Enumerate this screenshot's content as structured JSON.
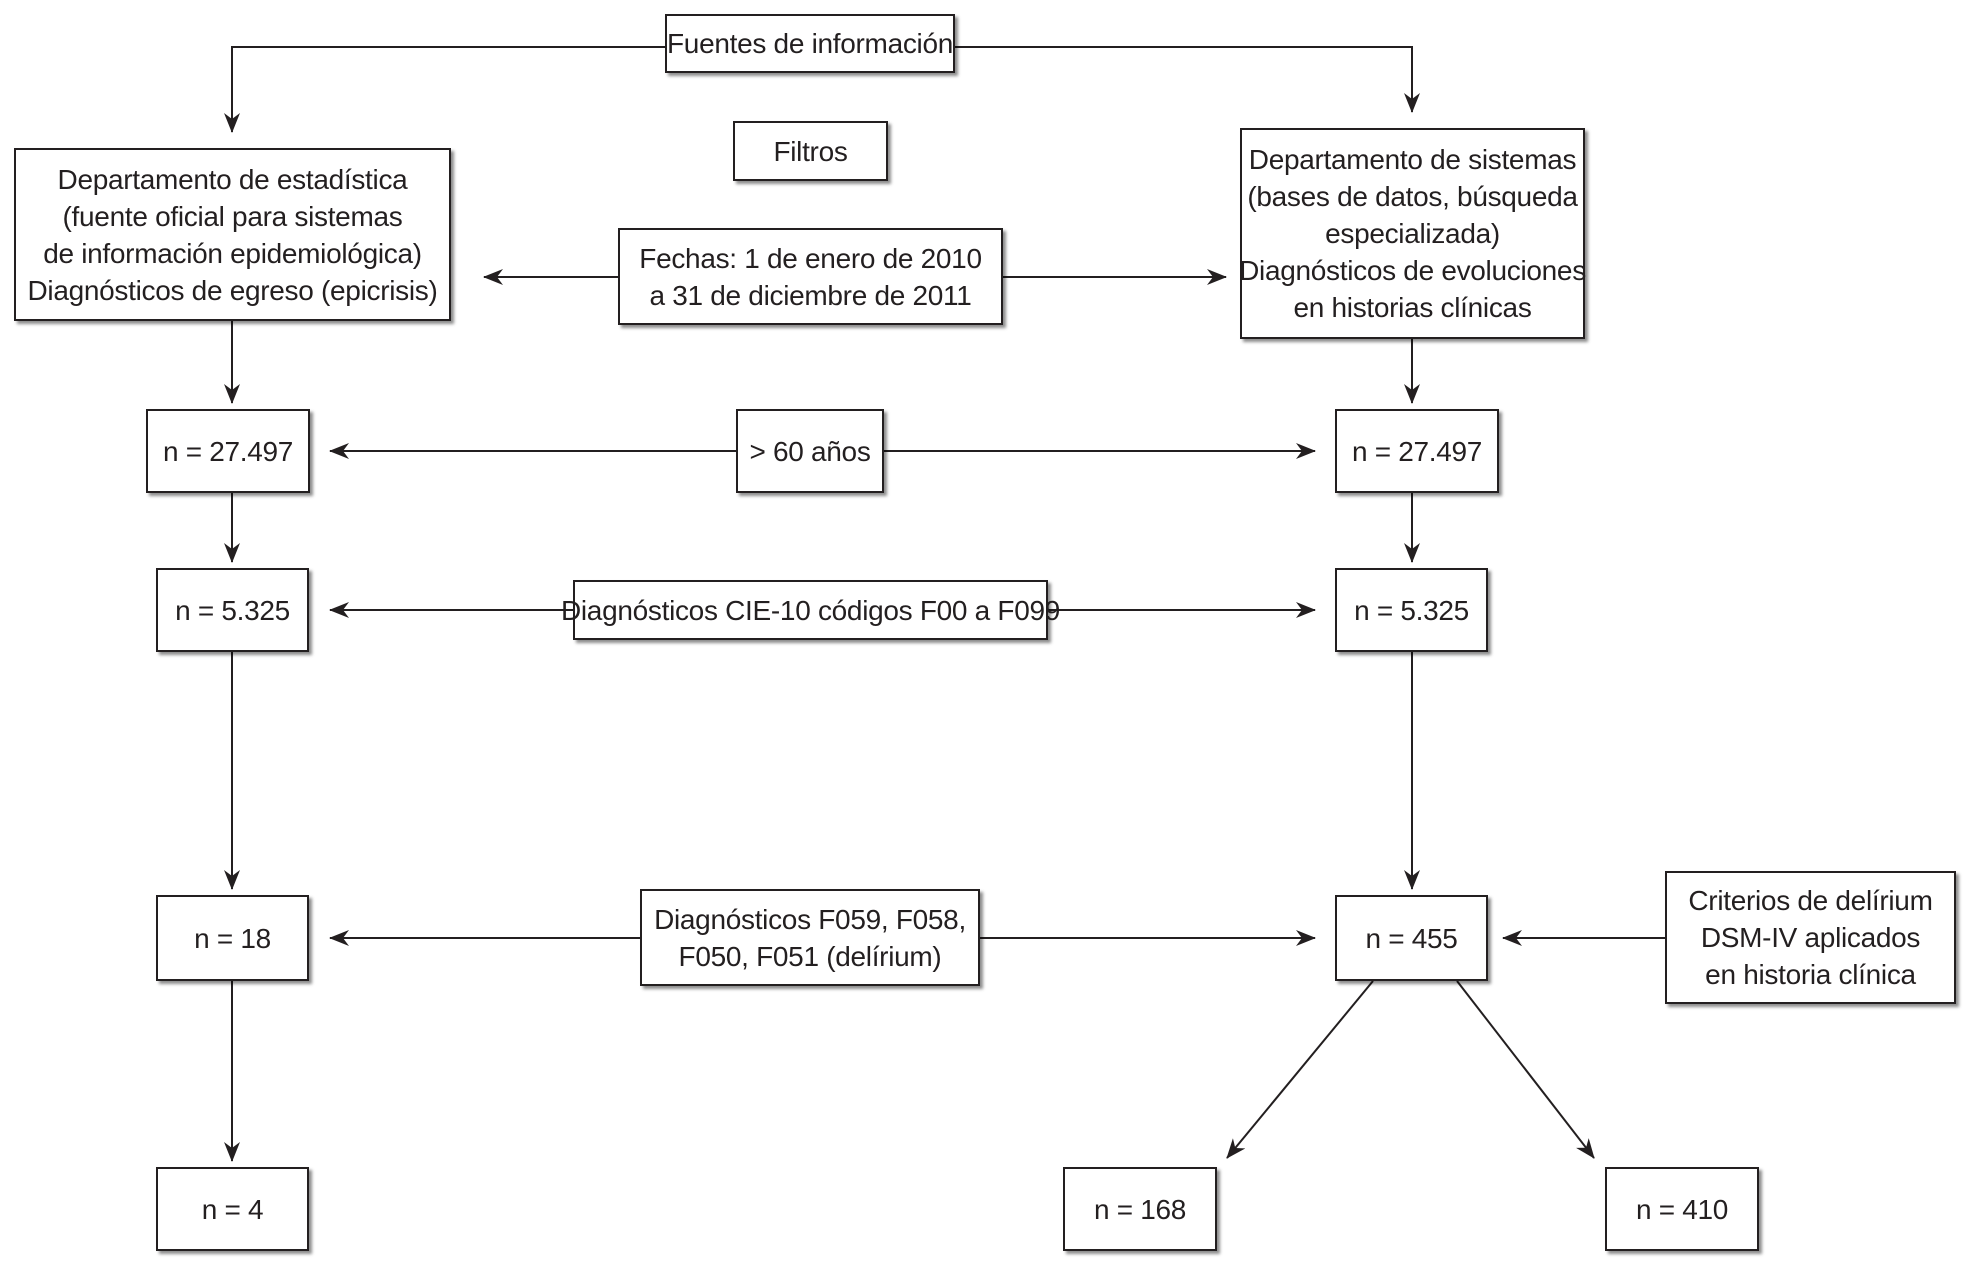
{
  "colors": {
    "line": "#231f20",
    "box_border": "#231f20",
    "background": "#ffffff"
  },
  "boxes": {
    "fuentes": [
      "Fuentes de información"
    ],
    "filtros": [
      "Filtros"
    ],
    "estadistica": [
      "Departamento de estadística",
      "(fuente oficial para sistemas",
      "de información epidemiológica)",
      "Diagnósticos de egreso (epicrisis)"
    ],
    "sistemas": [
      "Departamento de sistemas",
      "(bases de datos, búsqueda",
      "especializada)",
      "Diagnósticos de evoluciones",
      "en historias clínicas"
    ],
    "fechas": [
      "Fechas: 1 de enero de 2010",
      "a 31 de diciembre de 2011"
    ],
    "edad": [
      "> 60 años"
    ],
    "cie10": [
      "Diagnósticos CIE-10 códigos F00 a F099"
    ],
    "delirium_dx": [
      "Diagnósticos F059, F058,",
      "F050, F051 (delírium)"
    ],
    "criterios": [
      "Criterios de delírium",
      "DSM-IV aplicados",
      "en historia clínica"
    ],
    "left_n1": [
      "n = 27.497"
    ],
    "right_n1": [
      "n = 27.497"
    ],
    "left_n2": [
      "n = 5.325"
    ],
    "right_n2": [
      "n = 5.325"
    ],
    "left_n3": [
      "n = 18"
    ],
    "right_n3": [
      "n = 455"
    ],
    "left_n4": [
      "n = 4"
    ],
    "right_n4a": [
      "n = 168"
    ],
    "right_n4b": [
      "n = 410"
    ]
  }
}
